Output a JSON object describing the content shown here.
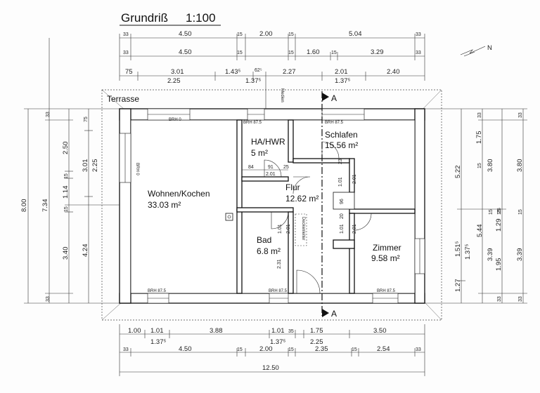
{
  "title": "Grundriß",
  "scale": "1:100",
  "north_label": "N",
  "terrace_label": "Terrasse",
  "medien_label": "Medien",
  "section_marker": "A",
  "duschen_label": "Deckenleiter",
  "rooms": [
    {
      "name": "Wohnen/Kochen",
      "area": "33.03 m²"
    },
    {
      "name": "HA/HWR",
      "area": "5 m²"
    },
    {
      "name": "Schlafen",
      "area": "15.56 m²"
    },
    {
      "name": "Flur",
      "area": "12.62 m²"
    },
    {
      "name": "Bad",
      "area": "6.8 m²"
    },
    {
      "name": "Zimmer",
      "area": "9.58 m²"
    }
  ],
  "window_labels": {
    "w1": "BRH 0",
    "w2": "BRH 87.5",
    "w3": "BRH 87.5",
    "w4": "BRH 87.5",
    "w5": "BRH 87.5",
    "w6": "BRH 87.5",
    "w7": "BRH 0"
  },
  "top_row1": [
    "33",
    "4.50",
    "15",
    "2.00",
    "15",
    "5.04",
    "33"
  ],
  "top_row2": [
    "33",
    "4.50",
    "15",
    "1.60",
    "15",
    "3.29",
    "33",
    "15"
  ],
  "top_row3": [
    "75",
    "3.01",
    "1.43⁵",
    "62⁵",
    "2.27",
    "2.01",
    "2.40"
  ],
  "top_row3b": [
    "2.25",
    "1.37⁵",
    "1.37⁵"
  ],
  "bottom_row1": [
    "1.00",
    "1.01",
    "3.88",
    "1.01",
    "35",
    "1.75",
    "3.50"
  ],
  "bottom_row1b": [
    "1.37⁵",
    "1.37⁵",
    "2.25"
  ],
  "bottom_row2": [
    "33",
    "4.50",
    "15",
    "2.00",
    "15",
    "2.35",
    "15",
    "2.54",
    "33"
  ],
  "bottom_total": "12.50",
  "left_outer": "8.00",
  "left_mid": "7.34",
  "left_col3": [
    "33",
    "2.50",
    "15",
    "1.14",
    "15",
    "3.40",
    "33"
  ],
  "left_col4": [
    "75",
    "3.01",
    "2.25",
    "4.24"
  ],
  "right_col1": [
    "5.22",
    "5.44",
    "1.37⁵",
    "1.51⁵",
    "1.27"
  ],
  "right_col2": [
    "33",
    "1.75",
    "15",
    "1.29",
    "15",
    "1.95",
    "33",
    "25"
  ],
  "right_col3": [
    "33",
    "3.80",
    "15",
    "3.39",
    "33"
  ],
  "right_col0": [
    "3.80",
    "15",
    "3.39"
  ],
  "inner_dims": {
    "hwr_a": "84",
    "hwr_b": "91",
    "hwr_c": "25",
    "hwr_w": "2.01",
    "flur_a": "1.01",
    "flur_b": "23",
    "flur_c": "2.01",
    "flur_d": "96",
    "flur_e": "20",
    "flur_f": "1.01",
    "flur_g": "2.01",
    "bad_a": "1.01",
    "bad_b": "2.01",
    "bad_c": "2.31"
  }
}
